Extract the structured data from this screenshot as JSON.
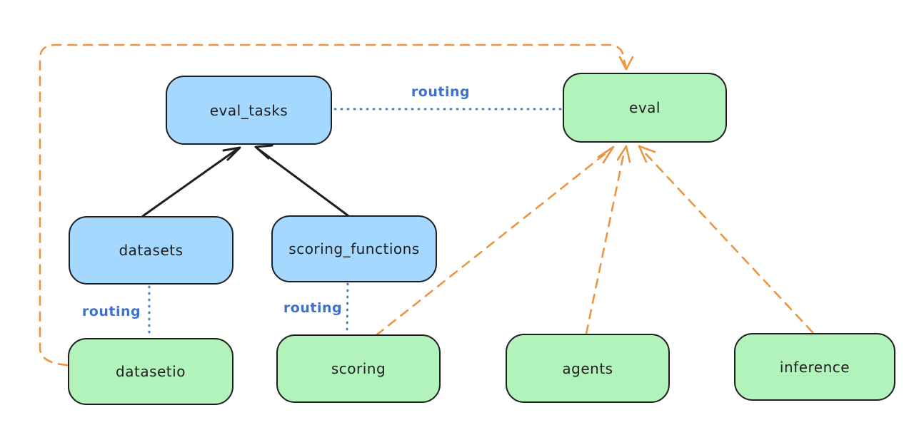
{
  "diagram": {
    "colors": {
      "background": "#ffffff",
      "blue_node_fill": "#a5d8ff",
      "green_node_fill": "#b2f2bb",
      "node_stroke": "#1e1e1e",
      "routing_line_blue": "#3d72c8",
      "provider_line_orange": "#ec9540",
      "dependency_line_black": "#1e1e1e"
    },
    "nodes": {
      "eval_tasks": {
        "label": "eval_tasks",
        "color": "blue"
      },
      "eval": {
        "label": "eval",
        "color": "green"
      },
      "datasets": {
        "label": "datasets",
        "color": "blue"
      },
      "scoring_functions": {
        "label": "scoring_functions",
        "color": "blue"
      },
      "datasetio": {
        "label": "datasetio",
        "color": "green"
      },
      "scoring": {
        "label": "scoring",
        "color": "green"
      },
      "agents": {
        "label": "agents",
        "color": "green"
      },
      "inference": {
        "label": "inference",
        "color": "green"
      }
    },
    "edges": [
      {
        "from": "eval_tasks",
        "to": "eval",
        "style": "dotted",
        "color": "blue",
        "label": "routing"
      },
      {
        "from": "datasets",
        "to": "datasetio",
        "style": "dotted",
        "color": "blue",
        "label": "routing"
      },
      {
        "from": "scoring_functions",
        "to": "scoring",
        "style": "dotted",
        "color": "blue",
        "label": "routing"
      },
      {
        "from": "datasets",
        "to": "eval_tasks",
        "style": "solid-arrow",
        "color": "black",
        "label": ""
      },
      {
        "from": "scoring_functions",
        "to": "eval_tasks",
        "style": "solid-arrow",
        "color": "black",
        "label": ""
      },
      {
        "from": "datasetio",
        "to": "eval",
        "style": "dashed-arrow",
        "color": "orange",
        "label": ""
      },
      {
        "from": "scoring",
        "to": "eval",
        "style": "dashed-arrow",
        "color": "orange",
        "label": ""
      },
      {
        "from": "agents",
        "to": "eval",
        "style": "dashed-arrow",
        "color": "orange",
        "label": ""
      },
      {
        "from": "inference",
        "to": "eval",
        "style": "dashed-arrow",
        "color": "orange",
        "label": ""
      }
    ]
  }
}
